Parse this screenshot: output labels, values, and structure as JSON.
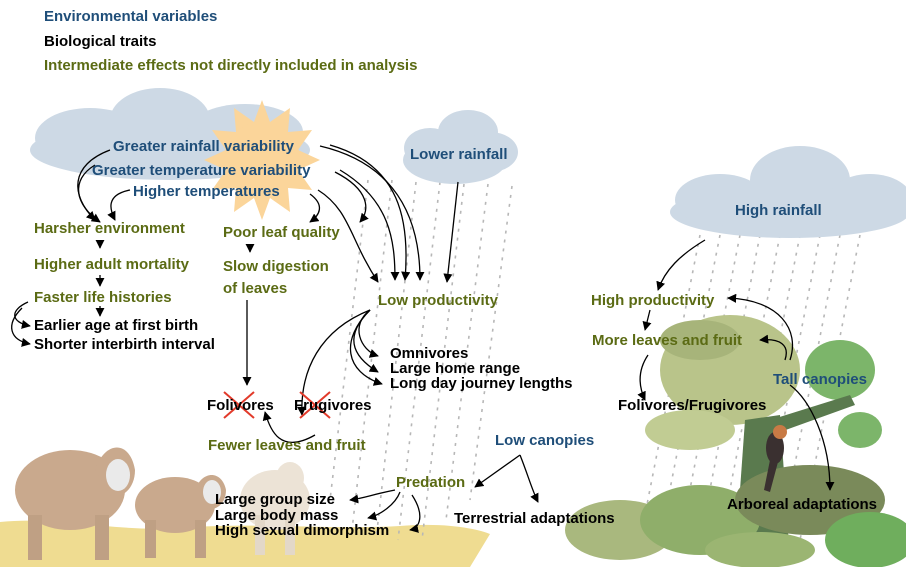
{
  "colors": {
    "environmental": "#1f4e79",
    "biological": "#000000",
    "intermediate": "#5b6b14",
    "cloud": "#cdd9e5",
    "sun": "#fbd59a",
    "ground": "#efdc91",
    "rain": "#b7b7b7",
    "cross": "#e23a2a",
    "foliage_light": "#b9c48a",
    "foliage_green": "#7cb56a",
    "trunk": "#5a7a4e"
  },
  "icons": [
    "cloud-icon",
    "sun-icon",
    "baboon-icon",
    "chimpanzee-icon",
    "tree-icon",
    "rain-icon",
    "cross-icon"
  ],
  "legend": {
    "environmental": "Environmental variables",
    "biological": "Biological traits",
    "intermediate": "Intermediate effects not directly included in analysis"
  },
  "labels": {
    "rain_var": "Greater rainfall variability",
    "temp_var": "Greater temperature variability",
    "higher_temp": "Higher temperatures",
    "lower_rain": "Lower rainfall",
    "high_rain": "High rainfall",
    "harsher_env": "Harsher environment",
    "higher_mortality": "Higher adult mortality",
    "faster_life": "Faster life histories",
    "earlier_birth": "Earlier age at first birth",
    "shorter_interval": "Shorter interbirth interval",
    "poor_leaf": "Poor leaf quality",
    "slow_digest_1": "Slow digestion",
    "slow_digest_2": "of leaves",
    "low_prod": "Low productivity",
    "omnivores": "Omnivores",
    "home_range": "Large home range",
    "journey": "Long day journey lengths",
    "folivores": "Folivores",
    "frugivores": "Frugivores",
    "fewer_leaves": "Fewer leaves and fruit",
    "predation": "Predation",
    "group_size": "Large group size",
    "body_mass": "Large body mass",
    "dimorphism": "High sexual dimorphism",
    "low_canopies": "Low canopies",
    "terrestrial": "Terrestrial adaptations",
    "high_prod": "High productivity",
    "more_leaves": "More leaves and fruit",
    "tall_canopies": "Tall canopies",
    "folfrug": "Folivores/Frugivores",
    "arboreal": "Arboreal adaptations"
  }
}
